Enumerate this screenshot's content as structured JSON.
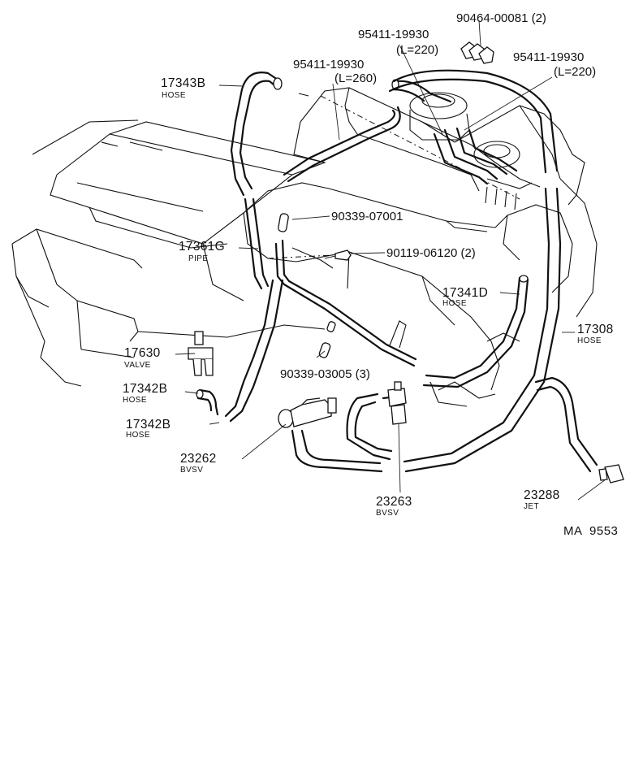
{
  "diagram": {
    "code": "MA  9553",
    "callouts": [
      {
        "id": "c1",
        "part": "90464-00081 (2)",
        "name": ""
      },
      {
        "id": "c2",
        "part": "95411-19930",
        "name": "(L=220)"
      },
      {
        "id": "c3",
        "part": "95411-19930",
        "name": "(L=220)"
      },
      {
        "id": "c4",
        "part": "95411-19930",
        "name": "(L=260)"
      },
      {
        "id": "c5",
        "part": "17343B",
        "name": "HOSE"
      },
      {
        "id": "c6",
        "part": "90339-07001",
        "name": ""
      },
      {
        "id": "c7",
        "part": "17361G",
        "name": "PIPE"
      },
      {
        "id": "c8",
        "part": "90119-06120 (2)",
        "name": ""
      },
      {
        "id": "c9",
        "part": "17341D",
        "name": "HOSE"
      },
      {
        "id": "c10",
        "part": "17308",
        "name": "HOSE"
      },
      {
        "id": "c11",
        "part": "17630",
        "name": "VALVE"
      },
      {
        "id": "c12",
        "part": "90339-03005 (3)",
        "name": ""
      },
      {
        "id": "c13",
        "part": "17342B",
        "name": "HOSE"
      },
      {
        "id": "c14",
        "part": "17342B",
        "name": "HOSE"
      },
      {
        "id": "c15",
        "part": "23262",
        "name": "BVSV"
      },
      {
        "id": "c16",
        "part": "23263",
        "name": "BVSV"
      },
      {
        "id": "c17",
        "part": "23288",
        "name": "JET"
      }
    ]
  }
}
